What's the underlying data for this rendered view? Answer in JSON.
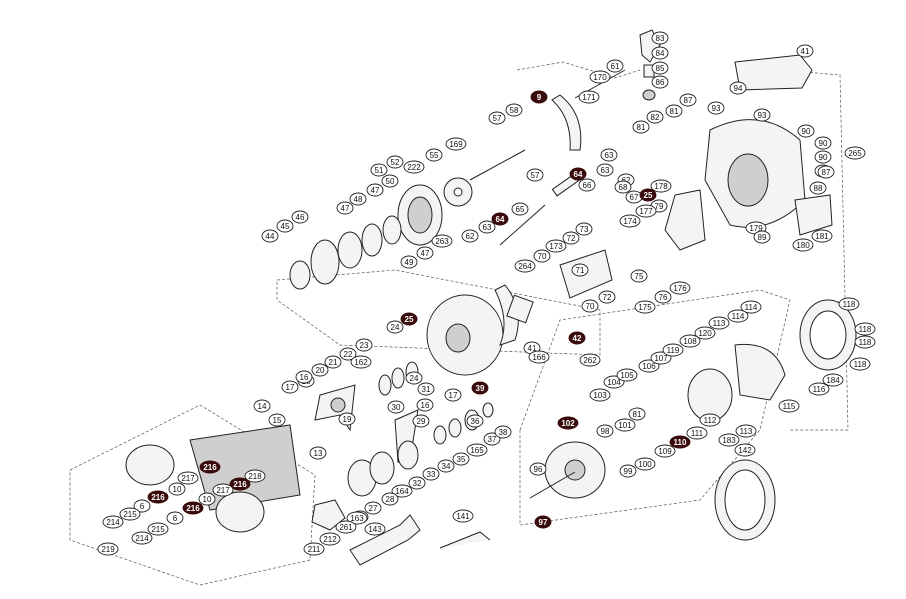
{
  "diagram": {
    "labels": [
      {
        "text": "83",
        "dark": false
      },
      {
        "text": "84",
        "dark": false
      },
      {
        "text": "85",
        "dark": false
      },
      {
        "text": "86",
        "dark": false
      },
      {
        "text": "41",
        "dark": false
      },
      {
        "text": "94",
        "dark": false
      },
      {
        "text": "87",
        "dark": false
      },
      {
        "text": "93",
        "dark": false
      },
      {
        "text": "93",
        "dark": false
      },
      {
        "text": "81",
        "dark": false
      },
      {
        "text": "82",
        "dark": false
      },
      {
        "text": "81",
        "dark": false
      },
      {
        "text": "61",
        "dark": false
      },
      {
        "text": "170",
        "dark": false
      },
      {
        "text": "9",
        "dark": true
      },
      {
        "text": "171",
        "dark": false
      },
      {
        "text": "58",
        "dark": false
      },
      {
        "text": "57",
        "dark": false
      },
      {
        "text": "169",
        "dark": false
      },
      {
        "text": "55",
        "dark": false
      },
      {
        "text": "57",
        "dark": false
      },
      {
        "text": "52",
        "dark": false
      },
      {
        "text": "51",
        "dark": false
      },
      {
        "text": "50",
        "dark": false
      },
      {
        "text": "222",
        "dark": false
      },
      {
        "text": "47",
        "dark": false
      },
      {
        "text": "48",
        "dark": false
      },
      {
        "text": "47",
        "dark": false
      },
      {
        "text": "46",
        "dark": false
      },
      {
        "text": "45",
        "dark": false
      },
      {
        "text": "44",
        "dark": false
      },
      {
        "text": "49",
        "dark": false
      },
      {
        "text": "47",
        "dark": false
      },
      {
        "text": "263",
        "dark": false
      },
      {
        "text": "63",
        "dark": false
      },
      {
        "text": "64",
        "dark": true
      },
      {
        "text": "63",
        "dark": false
      },
      {
        "text": "62",
        "dark": false
      },
      {
        "text": "66",
        "dark": false
      },
      {
        "text": "68",
        "dark": false
      },
      {
        "text": "67",
        "dark": false
      },
      {
        "text": "25",
        "dark": true
      },
      {
        "text": "178",
        "dark": false
      },
      {
        "text": "79",
        "dark": false
      },
      {
        "text": "177",
        "dark": false
      },
      {
        "text": "174",
        "dark": false
      },
      {
        "text": "64",
        "dark": true
      },
      {
        "text": "65",
        "dark": false
      },
      {
        "text": "63",
        "dark": false
      },
      {
        "text": "62",
        "dark": false
      },
      {
        "text": "73",
        "dark": false
      },
      {
        "text": "72",
        "dark": false
      },
      {
        "text": "173",
        "dark": false
      },
      {
        "text": "70",
        "dark": false
      },
      {
        "text": "264",
        "dark": false
      },
      {
        "text": "71",
        "dark": false
      },
      {
        "text": "72",
        "dark": false
      },
      {
        "text": "70",
        "dark": false
      },
      {
        "text": "75",
        "dark": false
      },
      {
        "text": "176",
        "dark": false
      },
      {
        "text": "76",
        "dark": false
      },
      {
        "text": "175",
        "dark": false
      },
      {
        "text": "90",
        "dark": false
      },
      {
        "text": "90",
        "dark": false
      },
      {
        "text": "90",
        "dark": false
      },
      {
        "text": "90",
        "dark": false
      },
      {
        "text": "87",
        "dark": false
      },
      {
        "text": "88",
        "dark": false
      },
      {
        "text": "179",
        "dark": false
      },
      {
        "text": "89",
        "dark": false
      },
      {
        "text": "181",
        "dark": false
      },
      {
        "text": "180",
        "dark": false
      },
      {
        "text": "265",
        "dark": false
      },
      {
        "text": "25",
        "dark": true
      },
      {
        "text": "24",
        "dark": false
      },
      {
        "text": "23",
        "dark": false
      },
      {
        "text": "22",
        "dark": false
      },
      {
        "text": "162",
        "dark": false
      },
      {
        "text": "21",
        "dark": false
      },
      {
        "text": "20",
        "dark": false
      },
      {
        "text": "18",
        "dark": false
      },
      {
        "text": "17",
        "dark": false
      },
      {
        "text": "16",
        "dark": false
      },
      {
        "text": "14",
        "dark": false
      },
      {
        "text": "15",
        "dark": false
      },
      {
        "text": "19",
        "dark": false
      },
      {
        "text": "13",
        "dark": false
      },
      {
        "text": "24",
        "dark": false
      },
      {
        "text": "41",
        "dark": false
      },
      {
        "text": "42",
        "dark": true
      },
      {
        "text": "166",
        "dark": false
      },
      {
        "text": "262",
        "dark": false
      },
      {
        "text": "31",
        "dark": false
      },
      {
        "text": "16",
        "dark": false
      },
      {
        "text": "17",
        "dark": false
      },
      {
        "text": "39",
        "dark": true
      },
      {
        "text": "30",
        "dark": false
      },
      {
        "text": "29",
        "dark": false
      },
      {
        "text": "36",
        "dark": false
      },
      {
        "text": "37",
        "dark": false
      },
      {
        "text": "38",
        "dark": false
      },
      {
        "text": "165",
        "dark": false
      },
      {
        "text": "35",
        "dark": false
      },
      {
        "text": "34",
        "dark": false
      },
      {
        "text": "33",
        "dark": false
      },
      {
        "text": "32",
        "dark": false
      },
      {
        "text": "164",
        "dark": false
      },
      {
        "text": "28",
        "dark": false
      },
      {
        "text": "27",
        "dark": false
      },
      {
        "text": "26",
        "dark": false
      },
      {
        "text": "163",
        "dark": false
      },
      {
        "text": "261",
        "dark": false
      },
      {
        "text": "212",
        "dark": false
      },
      {
        "text": "211",
        "dark": false
      },
      {
        "text": "143",
        "dark": false
      },
      {
        "text": "141",
        "dark": false
      },
      {
        "text": "216",
        "dark": true
      },
      {
        "text": "217",
        "dark": false
      },
      {
        "text": "10",
        "dark": false
      },
      {
        "text": "216",
        "dark": true
      },
      {
        "text": "6",
        "dark": false
      },
      {
        "text": "215",
        "dark": false
      },
      {
        "text": "214",
        "dark": false
      },
      {
        "text": "218",
        "dark": false
      },
      {
        "text": "216",
        "dark": true
      },
      {
        "text": "217",
        "dark": false
      },
      {
        "text": "10",
        "dark": false
      },
      {
        "text": "216",
        "dark": true
      },
      {
        "text": "6",
        "dark": false
      },
      {
        "text": "215",
        "dark": false
      },
      {
        "text": "214",
        "dark": false
      },
      {
        "text": "219",
        "dark": false
      },
      {
        "text": "102",
        "dark": true
      },
      {
        "text": "96",
        "dark": false
      },
      {
        "text": "98",
        "dark": false
      },
      {
        "text": "101",
        "dark": false
      },
      {
        "text": "81",
        "dark": false
      },
      {
        "text": "99",
        "dark": false
      },
      {
        "text": "100",
        "dark": false
      },
      {
        "text": "97",
        "dark": true
      },
      {
        "text": "104",
        "dark": false
      },
      {
        "text": "105",
        "dark": false
      },
      {
        "text": "103",
        "dark": false
      },
      {
        "text": "106",
        "dark": false
      },
      {
        "text": "107",
        "dark": false
      },
      {
        "text": "108",
        "dark": false
      },
      {
        "text": "119",
        "dark": false
      },
      {
        "text": "120",
        "dark": false
      },
      {
        "text": "113",
        "dark": false
      },
      {
        "text": "114",
        "dark": false
      },
      {
        "text": "114",
        "dark": false
      },
      {
        "text": "109",
        "dark": false
      },
      {
        "text": "110",
        "dark": true
      },
      {
        "text": "111",
        "dark": false
      },
      {
        "text": "112",
        "dark": false
      },
      {
        "text": "183",
        "dark": false
      },
      {
        "text": "113",
        "dark": false
      },
      {
        "text": "115",
        "dark": false
      },
      {
        "text": "116",
        "dark": false
      },
      {
        "text": "184",
        "dark": false
      },
      {
        "text": "118",
        "dark": false
      },
      {
        "text": "118",
        "dark": false
      },
      {
        "text": "118",
        "dark": false
      },
      {
        "text": "118",
        "dark": false
      },
      {
        "text": "142",
        "dark": false
      }
    ]
  }
}
